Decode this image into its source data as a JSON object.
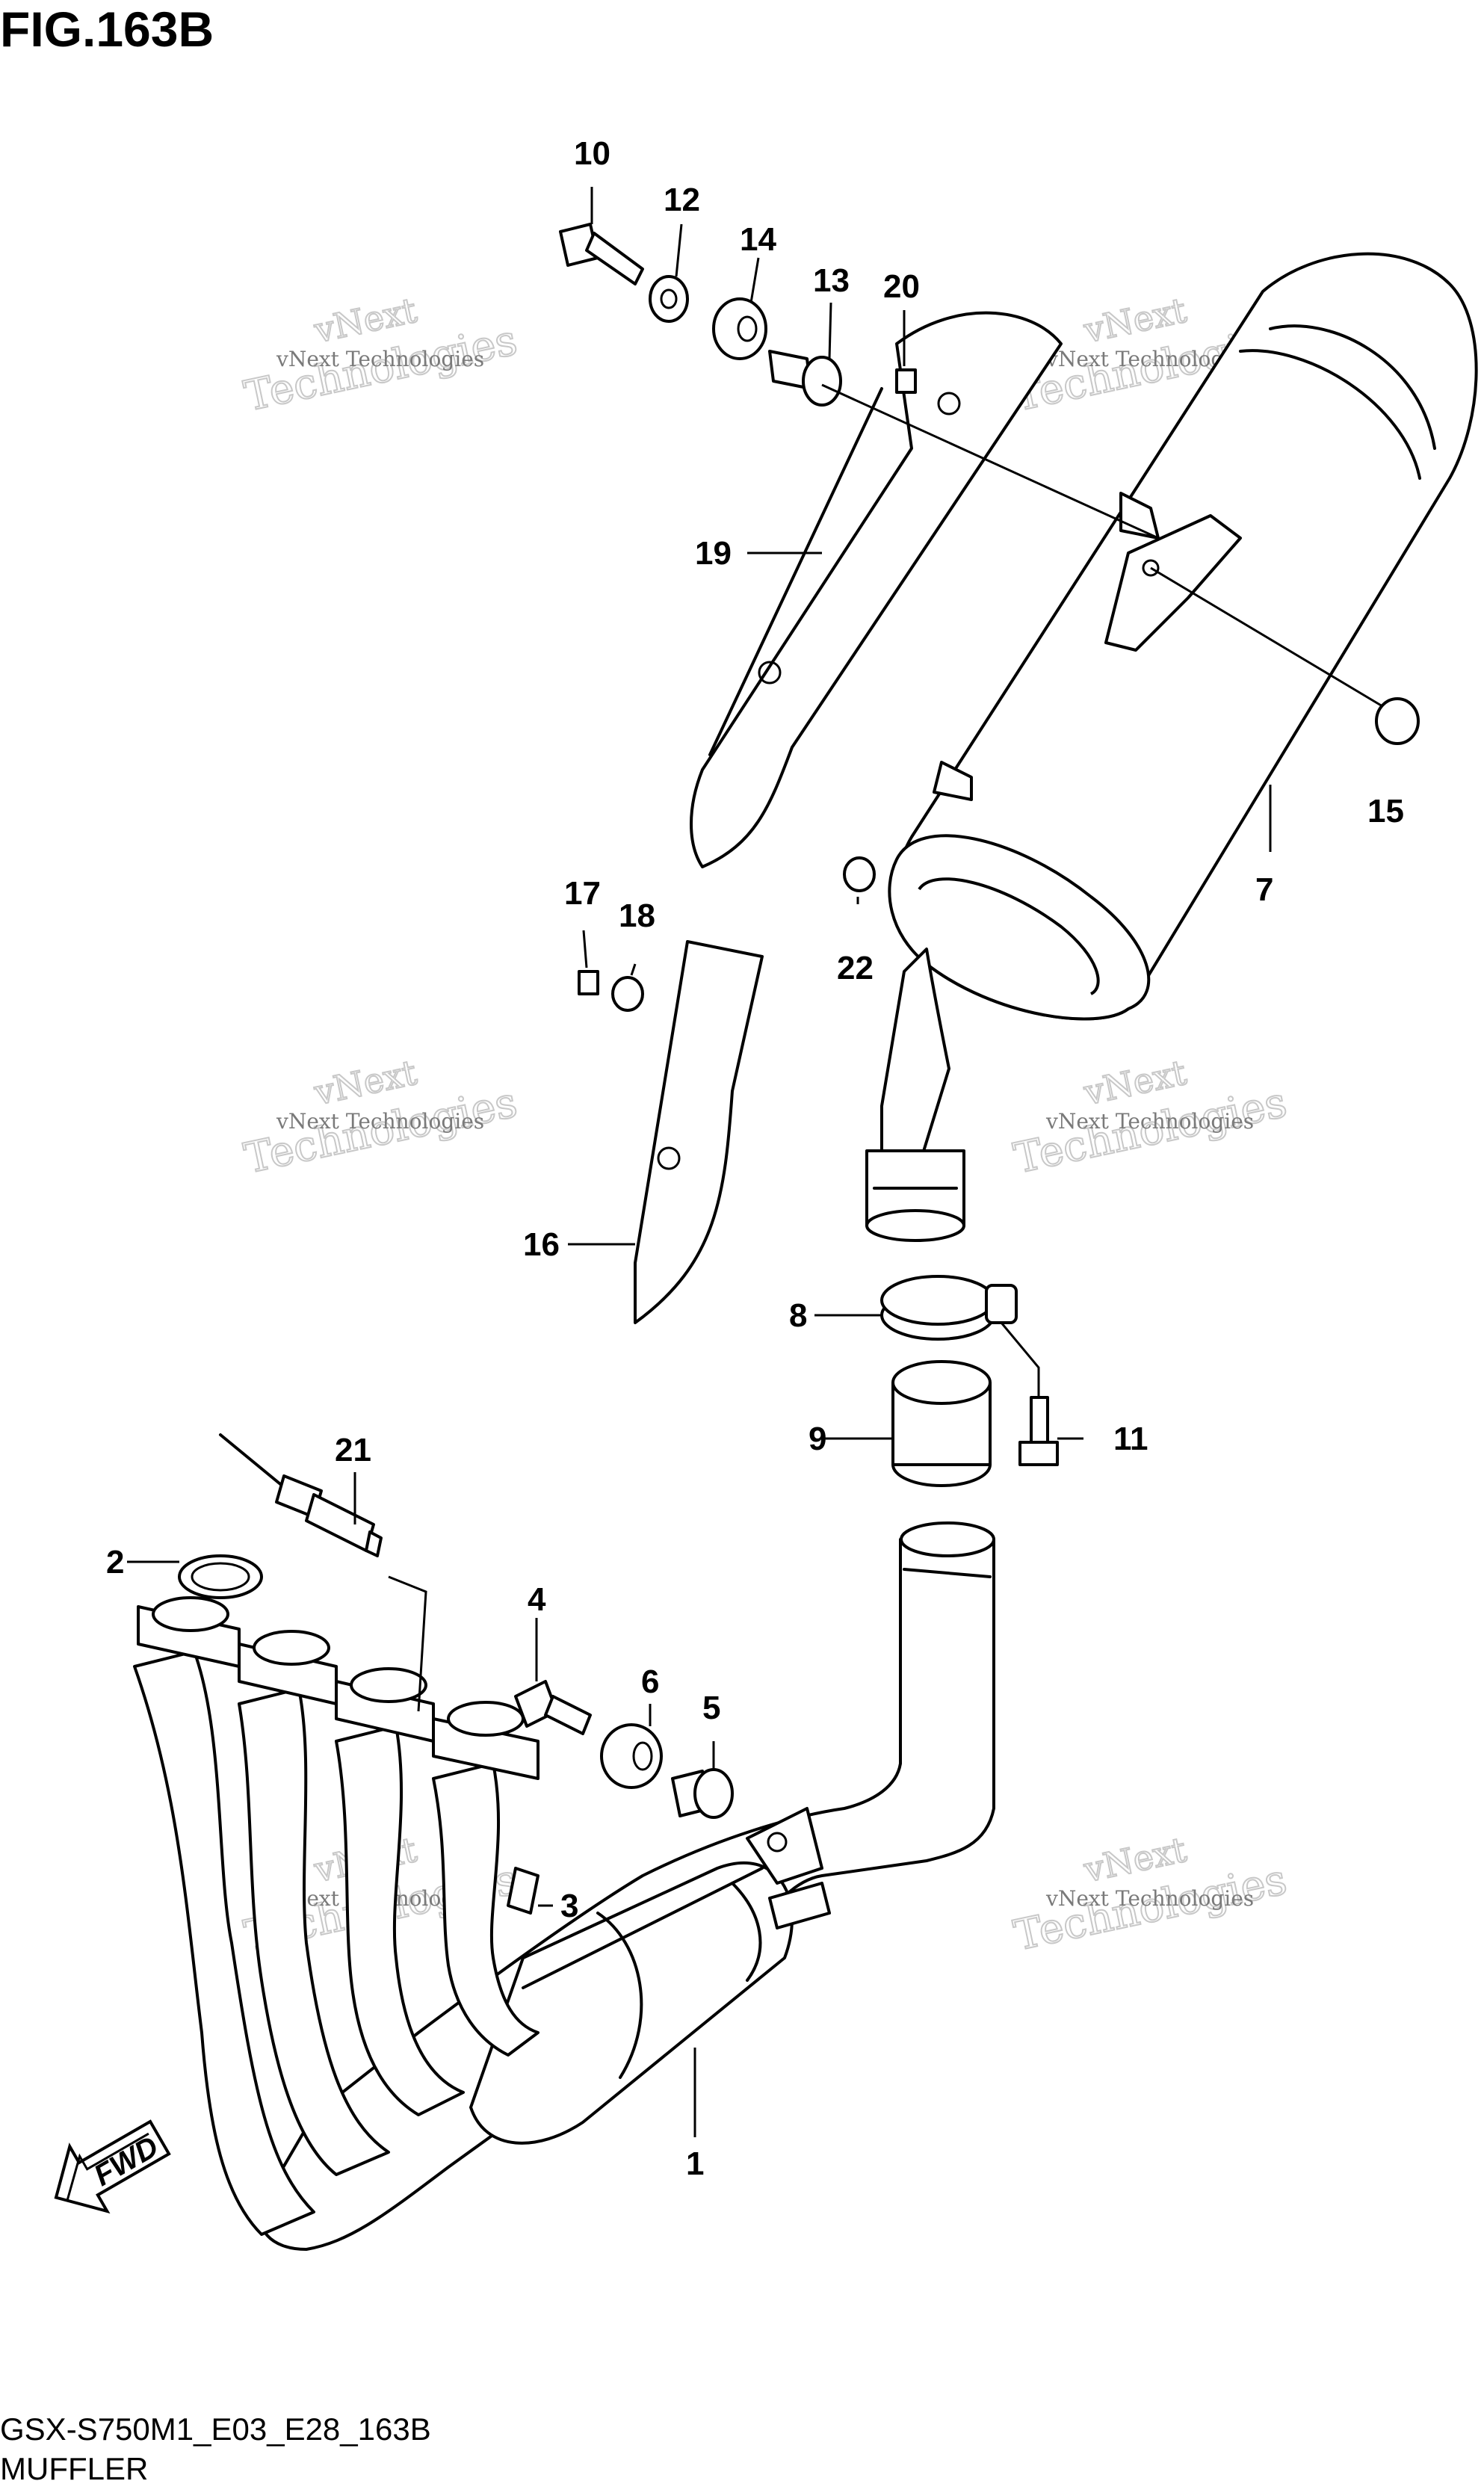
{
  "figure": {
    "title": "FIG.163B",
    "model_code": "GSX-S750M1_E03_E28_163B",
    "section_name": "MUFFLER"
  },
  "watermark": {
    "line1": "vNext",
    "line2": "Technologies",
    "small": "vNext Technologies"
  },
  "fwd_label": "FWD",
  "callouts": [
    {
      "key": "c10",
      "label": "10"
    },
    {
      "key": "c12",
      "label": "12"
    },
    {
      "key": "c14",
      "label": "14"
    },
    {
      "key": "c13",
      "label": "13"
    },
    {
      "key": "c20",
      "label": "20"
    },
    {
      "key": "c19",
      "label": "19"
    },
    {
      "key": "c15",
      "label": "15"
    },
    {
      "key": "c7",
      "label": "7"
    },
    {
      "key": "c17",
      "label": "17"
    },
    {
      "key": "c18",
      "label": "18"
    },
    {
      "key": "c22",
      "label": "22"
    },
    {
      "key": "c16",
      "label": "16"
    },
    {
      "key": "c8",
      "label": "8"
    },
    {
      "key": "c9",
      "label": "9"
    },
    {
      "key": "c11",
      "label": "11"
    },
    {
      "key": "c21",
      "label": "21"
    },
    {
      "key": "c2",
      "label": "2"
    },
    {
      "key": "c4",
      "label": "4"
    },
    {
      "key": "c6",
      "label": "6"
    },
    {
      "key": "c5",
      "label": "5"
    },
    {
      "key": "c3",
      "label": "3"
    },
    {
      "key": "c1",
      "label": "1"
    }
  ]
}
